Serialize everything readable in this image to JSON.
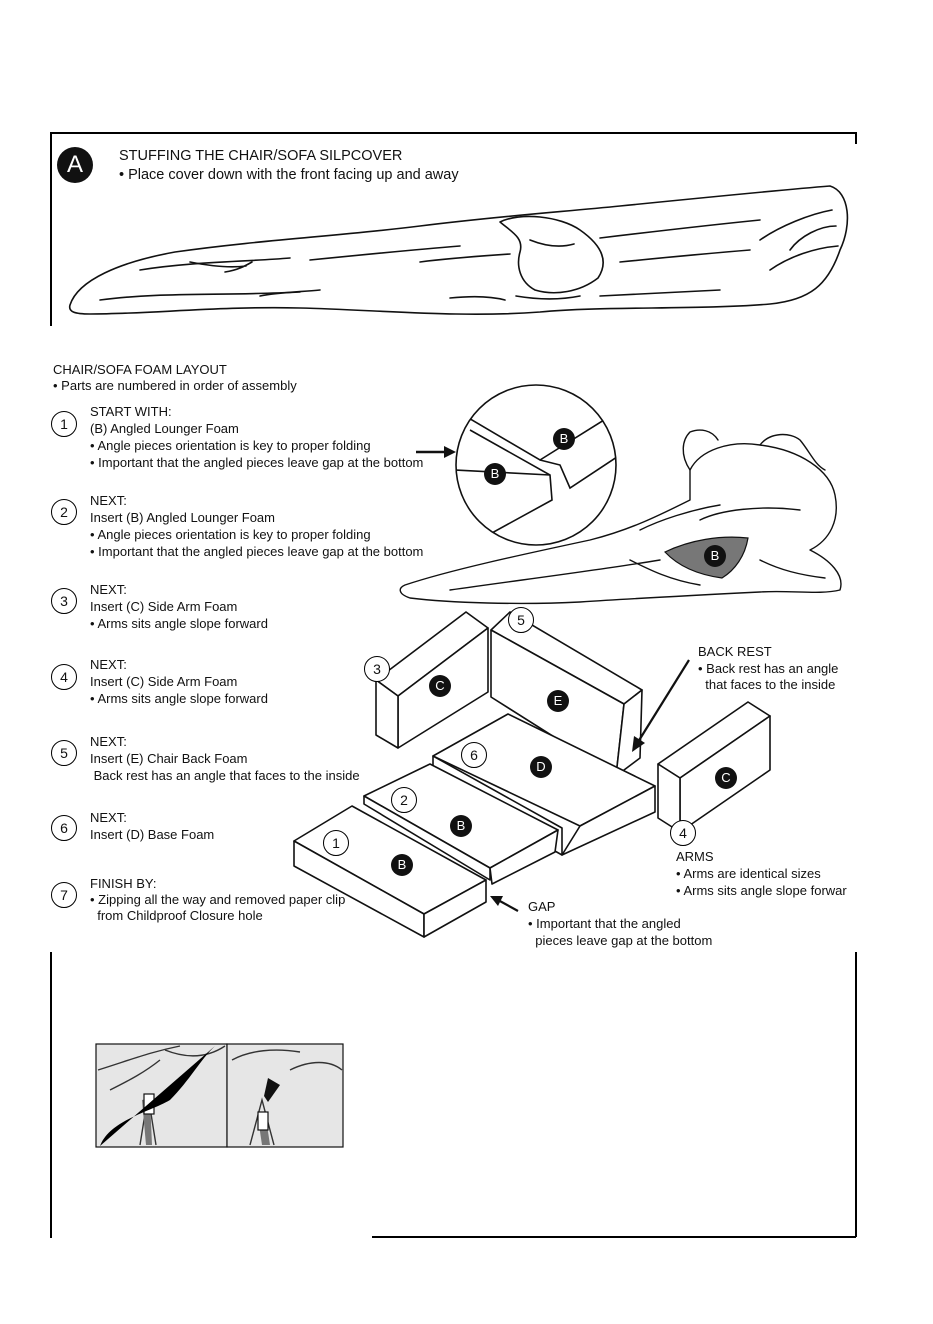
{
  "section_a": {
    "badge": "A",
    "title": "STUFFING THE CHAIR/SOFA SILPCOVER",
    "instruction": "• Place cover down with the front facing up and away"
  },
  "layout": {
    "title": "CHAIR/SOFA FOAM LAYOUT",
    "subtitle": "• Parts are numbered in order of assembly"
  },
  "steps": [
    {
      "num": "1",
      "lines": [
        "START WITH:",
        "(B) Angled Lounger Foam",
        "• Angle pieces orientation is key to proper folding",
        "• Important that the angled pieces leave gap at the bottom"
      ]
    },
    {
      "num": "2",
      "lines": [
        "NEXT:",
        "Insert (B) Angled Lounger Foam",
        "• Angle pieces orientation is key to proper folding",
        "• Important that the angled pieces leave gap at the bottom"
      ]
    },
    {
      "num": "3",
      "lines": [
        "NEXT:",
        "Insert (C) Side Arm Foam",
        "• Arms sits angle slope forward"
      ]
    },
    {
      "num": "4",
      "lines": [
        "NEXT:",
        "Insert (C) Side Arm Foam",
        "• Arms sits angle slope forward"
      ]
    },
    {
      "num": "5",
      "lines": [
        "NEXT:",
        "Insert (E) Chair Back Foam",
        " Back rest has an angle that faces to the inside"
      ]
    },
    {
      "num": "6",
      "lines": [
        "NEXT:",
        "Insert (D) Base Foam"
      ]
    },
    {
      "num": "7",
      "lines": [
        "FINISH BY:",
        "• Zipping all the way and removed paper clip",
        "  from Childproof Closure hole"
      ]
    }
  ],
  "callouts": {
    "back_rest": {
      "title": "BACK REST",
      "lines": [
        "• Back rest has an angle",
        "  that faces to the inside"
      ]
    },
    "arms": {
      "title": "ARMS",
      "lines": [
        "• Arms are identical sizes",
        "• Arms sits angle slope forwar"
      ]
    },
    "gap": {
      "title": "GAP",
      "lines": [
        "• Important that the angled",
        "  pieces leave gap at the bottom"
      ]
    }
  },
  "diagram_labels": {
    "zoom_b1": "B",
    "zoom_b2": "B",
    "cover_b": "B",
    "arm_left_letter": "C",
    "arm_left_num": "3",
    "back_letter": "E",
    "back_num": "5",
    "base_letter": "D",
    "base_num": "6",
    "lounger2_letter": "B",
    "lounger2_num": "2",
    "lounger1_letter": "B",
    "lounger1_num": "1",
    "arm_right_letter": "C",
    "arm_right_num": "4"
  },
  "icons": [
    "arrow-right-icon",
    "arrow-diagonal-icon",
    "zipper-photo-icon"
  ]
}
